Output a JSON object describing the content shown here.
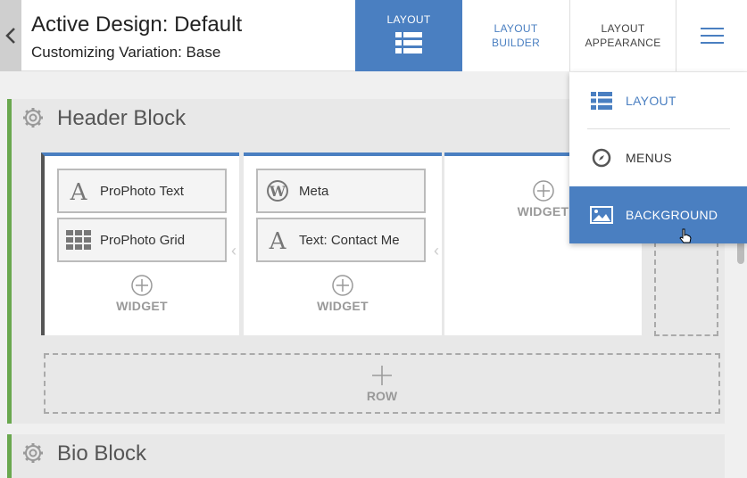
{
  "header": {
    "title": "Active Design: Default",
    "subtitle": "Customizing Variation: Base"
  },
  "nav": {
    "layout_label": "LAYOUT",
    "builder_label_1": "LAYOUT",
    "builder_label_2": "BUILDER",
    "appearance_label_1": "LAYOUT",
    "appearance_label_2": "APPEARANCE"
  },
  "dropdown": {
    "items": [
      {
        "label": "LAYOUT",
        "icon": "list-icon"
      },
      {
        "label": "MENUS",
        "icon": "compass-icon"
      },
      {
        "label": "BACKGROUND",
        "icon": "image-icon"
      }
    ]
  },
  "blocks": {
    "header_block": {
      "title": "Header Block",
      "columns": [
        {
          "widgets": [
            {
              "label": "ProPhoto Text",
              "icon": "text-a-icon"
            },
            {
              "label": "ProPhoto Grid",
              "icon": "grid-icon"
            }
          ],
          "add_label": "WIDGET"
        },
        {
          "widgets": [
            {
              "label": "Meta",
              "icon": "wordpress-icon"
            },
            {
              "label": "Text: Contact Me",
              "icon": "text-a-icon"
            }
          ],
          "add_label": "WIDGET"
        },
        {
          "widgets": [],
          "add_label": "WIDGET"
        }
      ],
      "row_add_label": "ROW"
    },
    "bio_block": {
      "title": "Bio Block"
    }
  },
  "colors": {
    "accent": "#4a7fc1",
    "block_border": "#6aa84f"
  }
}
